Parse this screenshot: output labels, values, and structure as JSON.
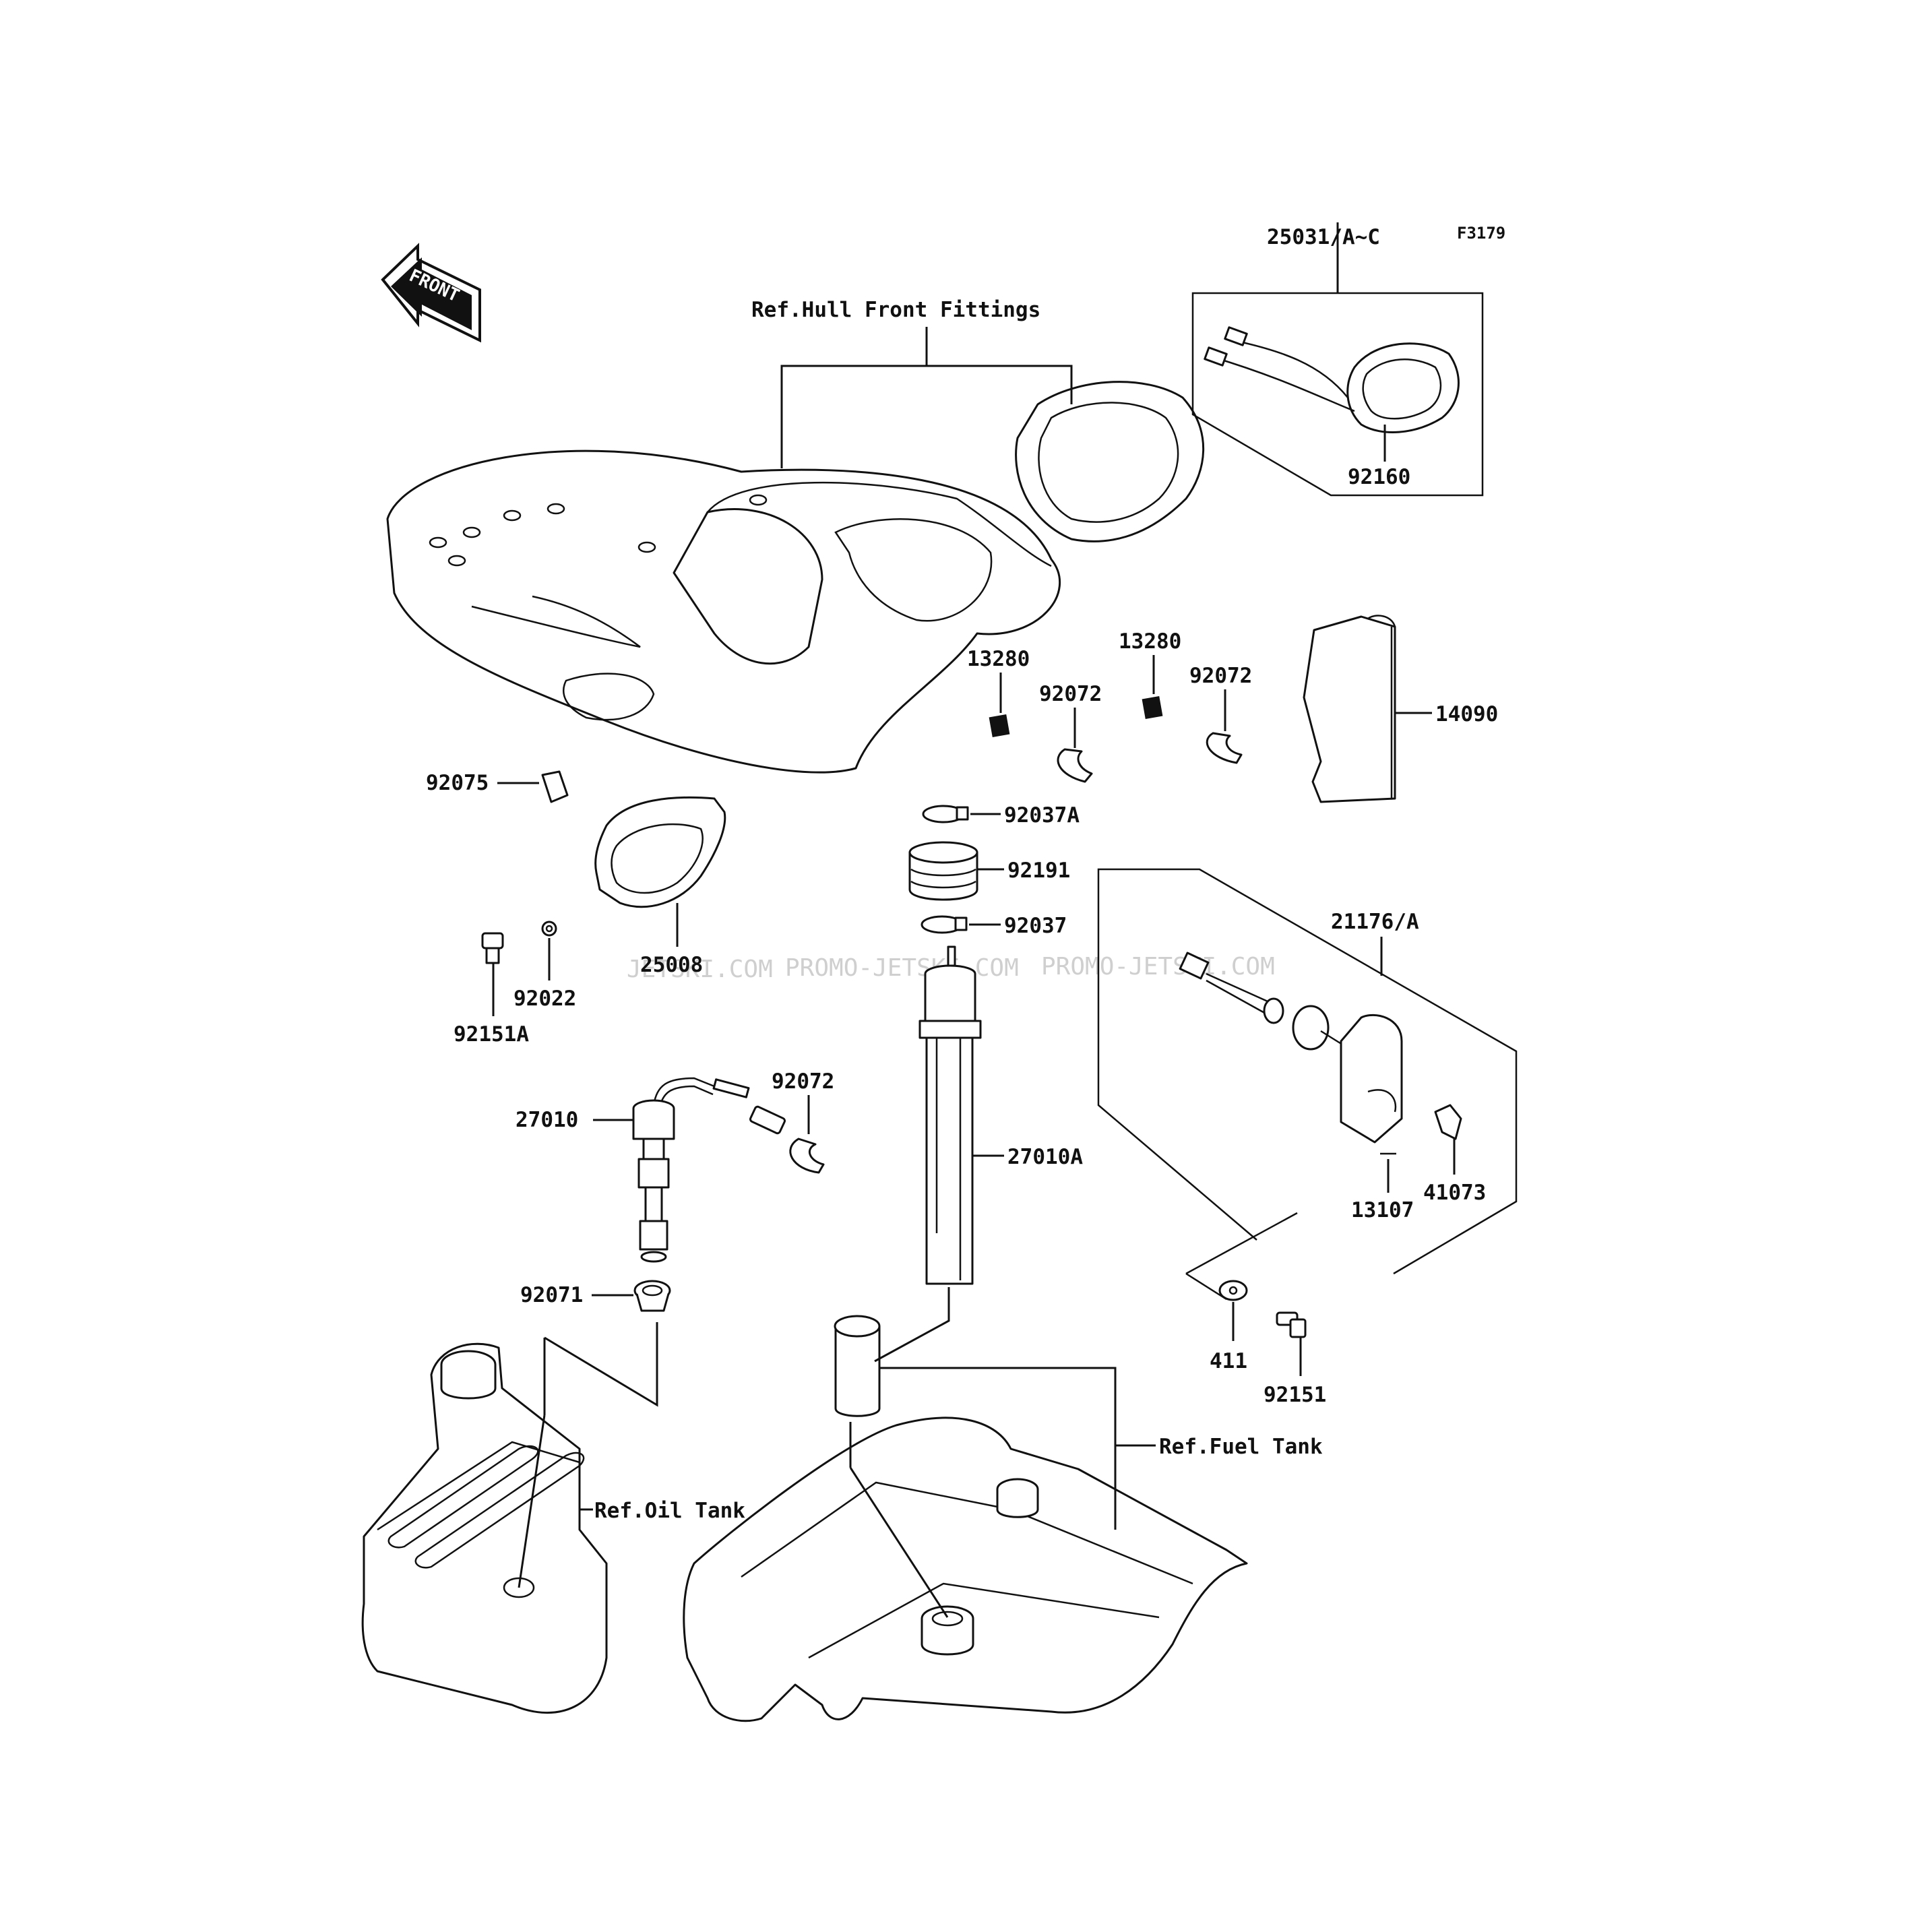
{
  "figure_code": "F3179",
  "front_badge": "FRONT",
  "watermark": [
    "JETSKI.COM",
    "PROMO-JETSKI.COM",
    "PROMO-JETSKI.COM"
  ],
  "references": {
    "hull": "Ref.Hull Front Fittings",
    "fuel_tank": "Ref.Fuel Tank",
    "oil_tank": "Ref.Oil Tank"
  },
  "parts": {
    "p25031": "25031/A~C",
    "p92160": "92160",
    "p13280_a": "13280",
    "p13280_b": "13280",
    "p92072_a": "92072",
    "p92072_b": "92072",
    "p92072_c": "92072",
    "p14090": "14090",
    "p92075": "92075",
    "p25008": "25008",
    "p92022": "92022",
    "p92151A": "92151A",
    "p92037A": "92037A",
    "p92191": "92191",
    "p92037": "92037",
    "p21176": "21176/A",
    "p27010": "27010",
    "p27010A": "27010A",
    "p92071": "92071",
    "p41073": "41073",
    "p13107": "13107",
    "p411": "411",
    "p92151": "92151"
  }
}
